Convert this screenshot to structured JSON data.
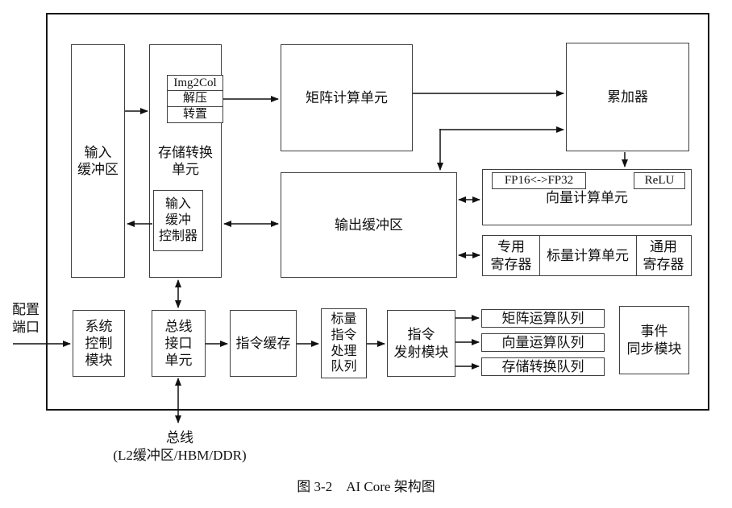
{
  "figure": {
    "caption": "图 3-2　AI Core 架构图"
  },
  "labels": {
    "config_port": "配置\n端口",
    "bus": "总线\n(L2缓冲区/HBM/DDR)"
  },
  "blocks": {
    "input_buffer": "输入\n缓冲区",
    "mte": "存储转换\n单元",
    "img2col": "Img2Col",
    "decompress": "解压",
    "transpose": "转置",
    "input_buffer_controller": "输入\n缓冲\n控制器",
    "matrix_unit": "矩阵计算单元",
    "accumulator": "累加器",
    "output_buffer": "输出缓冲区",
    "fp_convert": "FP16<->FP32",
    "relu": "ReLU",
    "vector_unit": "向量计算单元",
    "special_registers": "专用\n寄存器",
    "scalar_unit": "标量计算单元",
    "general_registers": "通用\n寄存器",
    "system_control": "系统\n控制\n模块",
    "bus_interface": "总线\n接口\n单元",
    "instruction_cache": "指令缓存",
    "scalar_instruction_queue": "标量\n指令\n处理\n队列",
    "instruction_dispatch": "指令\n发射模块",
    "matrix_op_queue": "矩阵运算队列",
    "vector_op_queue": "向量运算队列",
    "mte_queue": "存储转换队列",
    "event_sync": "事件\n同步模块"
  }
}
